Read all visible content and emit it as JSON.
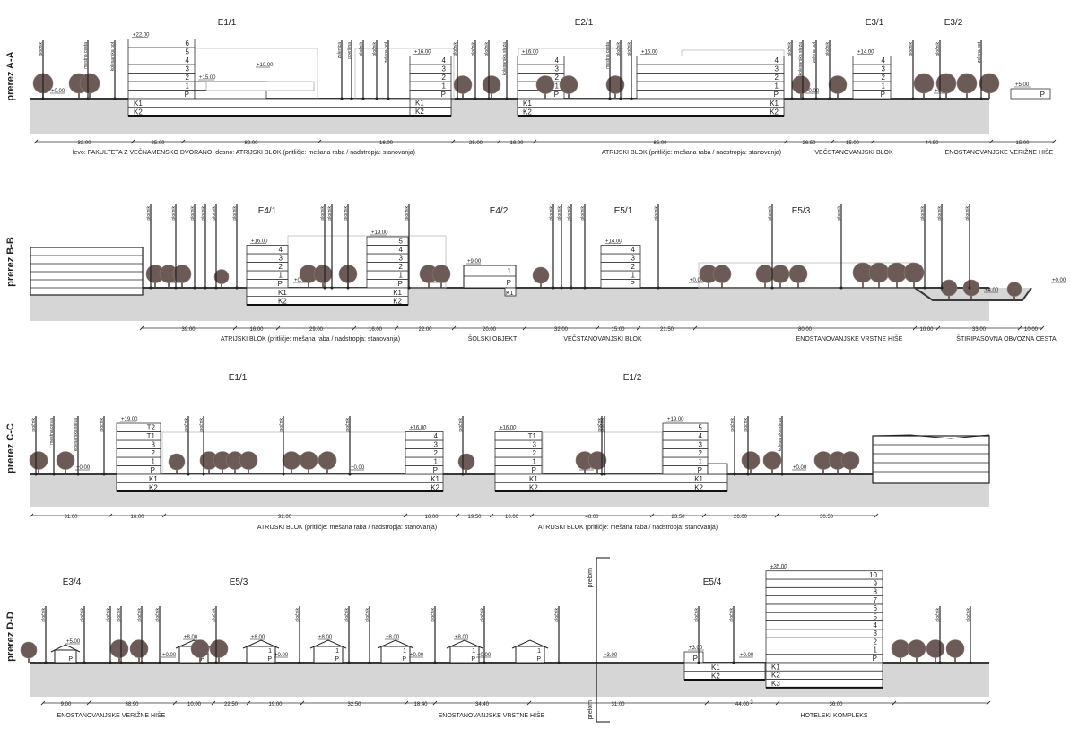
{
  "sections": [
    {
      "id": "a",
      "section_label": "prerez A-A",
      "zone_labels": [
        "E1/1",
        "E2/1",
        "E3/1",
        "E3/2"
      ],
      "dimensions": [
        "32.00",
        "25.00",
        "82.00",
        "16.00",
        "25.00",
        "16.00",
        "85.00",
        "26.50",
        "15.00",
        "44.50",
        "15.00"
      ],
      "captions": [
        "levo: FAKULTETA Z VEČNAMENSKO DVORANO, desno: ATRIJSKI BLOK (pritličje: mešana raba / nadstropja: stanovanja)",
        "ATRIJSKI BLOK (pritličje: mešana raba / nadstropja: stanovanja)",
        "VEČSTANOVANJSKI BLOK",
        "ENOSTANOVANJSKE VERIŽNE HIŠE"
      ],
      "heights": [
        "+22.00",
        "+15.00",
        "+10.00",
        "+0.00",
        "+16.00",
        "+16.00",
        "+16.00",
        "+0.00",
        "+14.00",
        "+0.00",
        "+5.00"
      ],
      "pole_labels": [
        "pločnik",
        "mestna cesta",
        "kolesarska pot",
        "zelenica",
        "površina",
        "pločnik",
        "pločnik",
        "zelena pot",
        "pločnik",
        "pločnik",
        "pločnik",
        "kolesarska steza",
        "mestna cesta",
        "pločnik",
        "pločnik",
        "pločnik",
        "kolesarska steza",
        "zelena pot",
        "pločnik",
        "pločnik",
        "pločnik",
        "zelena pot"
      ]
    },
    {
      "id": "b",
      "section_label": "prerez B-B",
      "zone_labels": [
        "E4/1",
        "E4/2",
        "E5/1",
        "E5/3"
      ],
      "dimensions": [
        "39.00",
        "16.00",
        "29.00",
        "16.00",
        "22.00",
        "20.00",
        "32.00",
        "15.00",
        "21.50",
        "80.00",
        "10.00",
        "33.00",
        "10.00"
      ],
      "captions": [
        "ATRIJSKI BLOK (pritličje: mešana raba / nadstropja: stanovanja)",
        "ŠOLSKI OBJEKT",
        "VEČSTANOVANJSKI BLOK",
        "ENOSTANOVANJSKE VRSTNE HIŠE",
        "ŠTIRIPASOVNA OBVOZNA CESTA"
      ],
      "heights": [
        "+16.00",
        "+0.00",
        "+0.00",
        "+19.00",
        "+0.00",
        "+9.00",
        "+14.00",
        "+0.00",
        "+0.00",
        "+4.00"
      ],
      "pole_labels": [
        "pločnik",
        "pločnik",
        "pločnik",
        "pločnik",
        "pločnik",
        "pločnik",
        "pločnik",
        "pločnik",
        "pločnik",
        "pločnik",
        "pločnik",
        "pločnik",
        "pločnik",
        "pločnik",
        "pločnik",
        "pločnik",
        "pločnik",
        "pločnik",
        "pločnik",
        "pločnik"
      ]
    },
    {
      "id": "c",
      "section_label": "prerez C-C",
      "zone_labels": [
        "E1/1",
        "E1/2"
      ],
      "dimensions": [
        "31.00",
        "16.00",
        "92.00",
        "16.00",
        "19.50",
        "16.00",
        "48.00",
        "23.50",
        "26.00",
        "30.50"
      ],
      "captions": [
        "ATRIJSKI BLOK (pritličje: mešana raba / nadstropja: stanovanja)",
        "ATRIJSKI BLOK (pritličje: mešana raba / nadstropja: stanovanja)"
      ],
      "heights": [
        "+19.00",
        "+0.00",
        "+0.00",
        "+16.00",
        "+16.00",
        "+0.00",
        "+19.00",
        "+0.00"
      ],
      "pole_labels": [
        "pločnik",
        "mestna cesta",
        "kolesarska steza",
        "pločnik",
        "pločnik",
        "pločnik",
        "pločnik",
        "pločnik",
        "pločnik",
        "pločnik",
        "pločnik",
        "pločnik",
        "pločnik",
        "kolesarska steza"
      ]
    },
    {
      "id": "d",
      "section_label": "prerez D-D",
      "zone_labels": [
        "E3/4",
        "E5/3",
        "E5/4"
      ],
      "dimensions": [
        "9.00",
        "38.90",
        "10.00",
        "22.50",
        "19.00",
        "32.50",
        "18.40",
        "34.40",
        "31.00",
        "44.00",
        "36.00"
      ],
      "captions": [
        "ENOSTANOVANJSKE VERIŽNE HIŠE",
        "ENOSTANOVANJSKE VRSTNE HIŠE",
        "HOTELSKI KOMPLEKS"
      ],
      "heights": [
        "+5.00",
        "+0.00",
        "+8.00",
        "+0.00",
        "+8.00",
        "+0.00",
        "+8.00",
        "+0.00",
        "+8.00",
        "+0.00",
        "+3.00",
        "+3.00",
        "+0.00",
        "+35.00"
      ],
      "pole_labels": [
        "pločnik",
        "pločnik",
        "pločnik",
        "pločnik",
        "pločnik",
        "pločnik",
        "pločnik",
        "pločnik",
        "pločnik",
        "pločnik",
        "pločnik",
        "pločnik",
        "pločnik",
        "pločnik",
        "pločnik",
        "pločnik",
        "pločnik"
      ],
      "break_labels": [
        "prelom",
        "prelom"
      ],
      "stray_mark": "3"
    }
  ],
  "floor_labels": [
    "P",
    "1",
    "2",
    "3",
    "4",
    "5",
    "6",
    "7",
    "8",
    "9",
    "10",
    "T1",
    "T2",
    "K1",
    "K2",
    "K3"
  ],
  "colors": {
    "ground": "#d6d6d6",
    "tree": "#6b5a55",
    "ink": "#222222",
    "glass": "#bdbdbd"
  }
}
